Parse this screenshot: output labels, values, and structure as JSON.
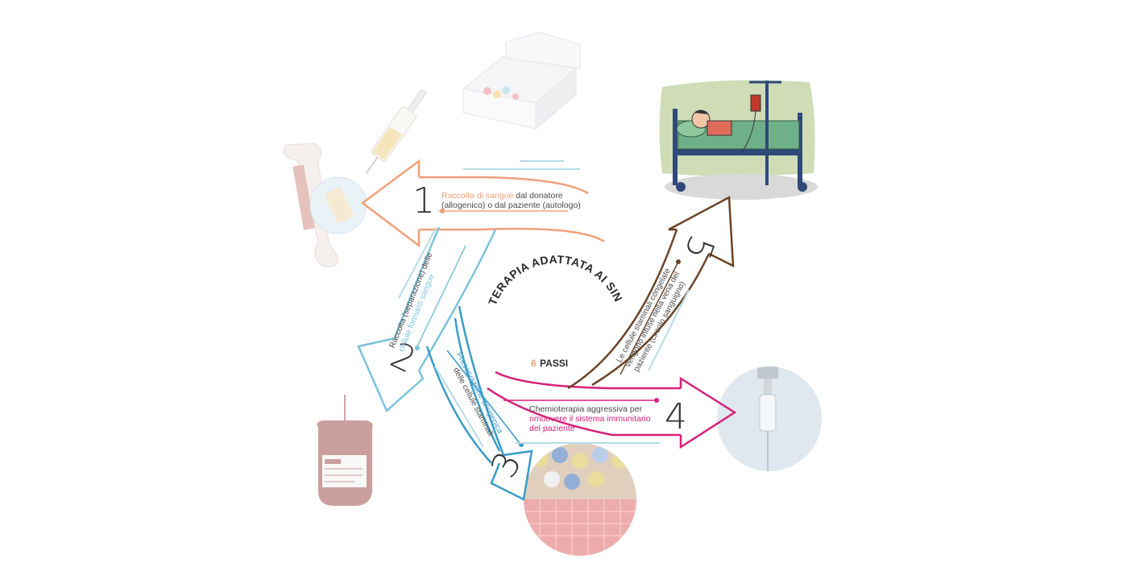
{
  "center": {
    "title_arc": "TERAPIA ADATTATA AI SINTOMI",
    "count": "6",
    "count_label": "PASSI"
  },
  "steps": [
    {
      "number": "1",
      "color": "#f0a07a",
      "highlight": "Raccolta di sangue",
      "text_a": " dal donatore",
      "text_b": "(allogenico) o dal paziente (autologo)"
    },
    {
      "number": "2",
      "color": "#5bb0d2",
      "text_a": "Raccolta (separazione) delle",
      "highlight": "cellule formanti sangue"
    },
    {
      "number": "3",
      "color": "#3a9cc8",
      "highlight": "Preservazione criogenica",
      "text_b": "delle cellule staminali"
    },
    {
      "number": "4",
      "color": "#d6217b",
      "text_a": "Chemioterapia aggressiva per",
      "highlight": "rimuovere il sistema immunitario",
      "highlight_b": "del paziente"
    },
    {
      "number": "5",
      "color": "#6b4426",
      "text_a": "Le cellule staminali congelate",
      "text_b": "vengono infuse nella vena del",
      "text_c": "paziente (circolo sanguigno)"
    }
  ],
  "colors": {
    "orange": "#f0a07a",
    "blue_light": "#7cc3dd",
    "blue": "#3a9cc8",
    "magenta": "#d6217b",
    "brown": "#6b4426",
    "text": "#333333"
  },
  "icons": [
    "pill-box-icon",
    "syringe-bone-icon",
    "blood-bag-icon",
    "cryo-vials-icon",
    "iv-drip-icon",
    "hospital-bed-patient-icon"
  ]
}
